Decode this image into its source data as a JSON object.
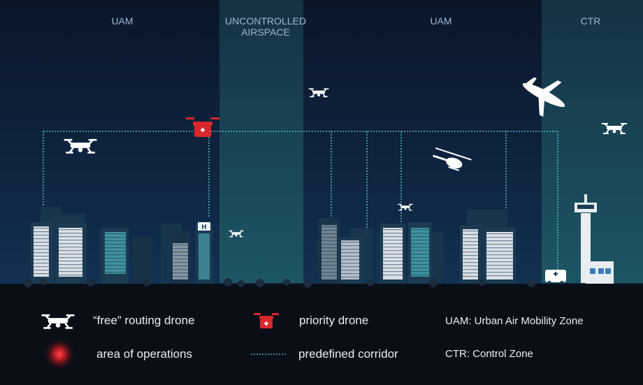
{
  "zones": {
    "uam_left": "UAM",
    "uncontrolled": "UNCONTROLLED\nAIRSPACE",
    "uam_right": "UAM",
    "ctr": "CTR"
  },
  "legend": {
    "free_drone": "“free” routing drone",
    "priority_drone": "priority drone",
    "uam_definition": "UAM: Urban Air Mobility Zone",
    "area_of_operations": "area  of  operations",
    "corridor": "predefined corridor",
    "ctr_definition": "CTR: Control Zone"
  },
  "colors": {
    "sky_top": "#0c1729",
    "sky_bottom": "#13355a",
    "uncontrolled_band": "#1d5560",
    "ctr_band": "#1f5a63",
    "ground": "#0a0f17",
    "corridor": "#5fd0d6",
    "priority_drone": "#d8282b",
    "area_glow": "#b81c24",
    "building_dark": "#1a3d55",
    "window_light": "#f1f4f6",
    "window_teal": "#5fd0d0"
  }
}
